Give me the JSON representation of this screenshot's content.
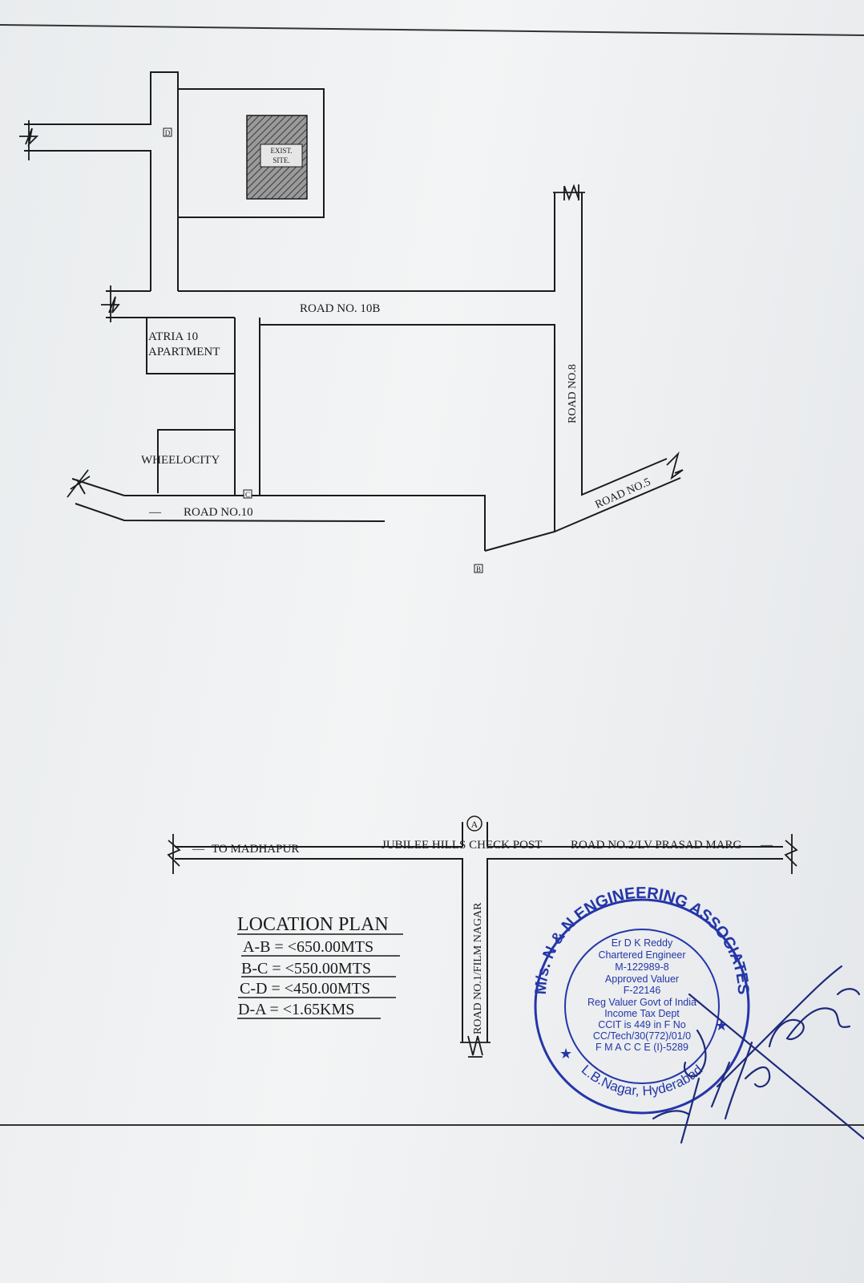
{
  "map": {
    "roads": {
      "road_10b": "ROAD NO. 10B",
      "road_8": "ROAD NO.8",
      "road_5": "ROAD NO.5",
      "road_10": "ROAD NO.10",
      "to_madhapur": "TO MADHAPUR",
      "check_post": "JUBILEE HILLS CHECK POST",
      "road_2": "ROAD NO.2/LV PRASAD MARG",
      "road_1": "ROAD NO.1/FILM NAGAR"
    },
    "landmarks": {
      "exist_site_line1": "EXIST.",
      "exist_site_line2": "SITE.",
      "atria_line1": "ATRIA 10",
      "atria_line2": "APARTMENT",
      "wheelocity": "WHEELOCITY"
    },
    "points": {
      "a": "A",
      "b": "B",
      "c": "C",
      "d": "D"
    },
    "dash": "—"
  },
  "legend": {
    "title": "LOCATION PLAN",
    "rows": [
      "A-B = <650.00MTS",
      "B-C = <550.00MTS",
      "C-D = <450.00MTS",
      "D-A = <1.65KMS"
    ]
  },
  "stamp": {
    "ring_text": "M/s. N & N ENGINEERING ASSOCIATES",
    "bottom_text": "L.B.Nagar, Hyderabad",
    "lines": [
      "Er D K Reddy",
      "Chartered Engineer",
      "M-122989-8",
      "Approved Valuer",
      "F-22146",
      "Reg Valuer Govt of India",
      "Income Tax Dept",
      "CCIT is 449 in F No",
      "CC/Tech/30(772)/01/0",
      "F M A C C E (I)-5289"
    ],
    "color": "#2436a8"
  }
}
